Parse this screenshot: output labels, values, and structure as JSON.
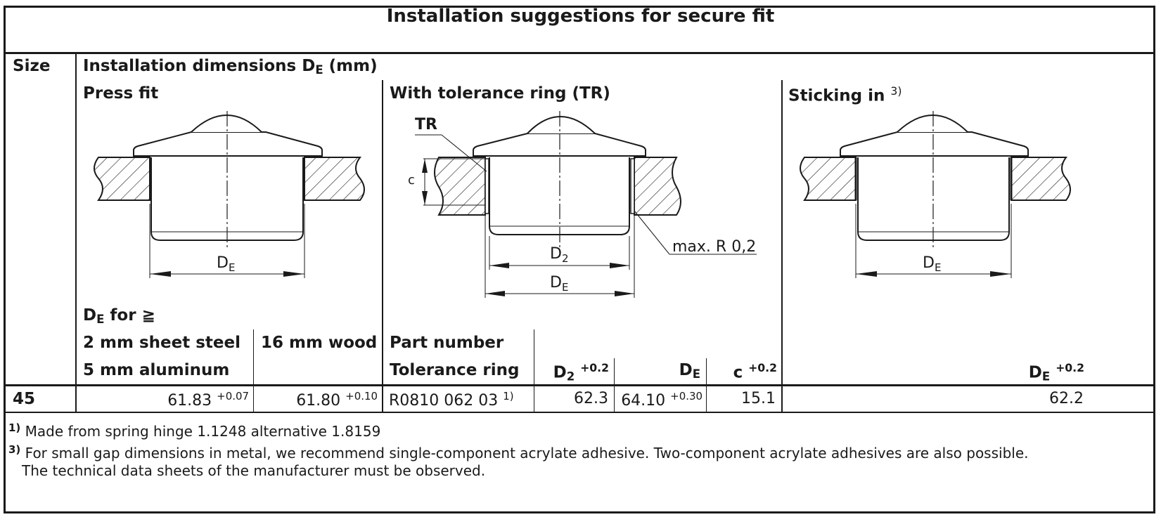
{
  "title": "Installation suggestions for secure fit",
  "header": {
    "size": "Size",
    "install_dims": "Installation dimensions D",
    "install_dims_sub": "E",
    "install_dims_unit": " (mm)"
  },
  "sections": {
    "press_fit": "Press fit",
    "tolerance_ring": "With tolerance ring (TR)",
    "sticking_in": "Sticking in",
    "sticking_in_note": "3)"
  },
  "drawings": {
    "press_fit_label_main": "D",
    "press_fit_label_sub": "E",
    "tr_label": "TR",
    "c_label": "c",
    "radius_label": "max. R 0,2",
    "d2_main": "D",
    "d2_sub": "2",
    "de_main": "D",
    "de_sub": "E",
    "sticking_label_main": "D",
    "sticking_label_sub": "E"
  },
  "columns": {
    "de_for_main": "D",
    "de_for_sub": "E",
    "de_for_rest": " for ≧",
    "sheet_steel": "2 mm sheet steel",
    "aluminum": "5 mm aluminum",
    "wood": "16 mm wood",
    "part_number": "Part number",
    "tolerance_ring": "Tolerance ring",
    "d2_main": "D",
    "d2_sub": "2",
    "d2_tol": "+0.2",
    "de_main": "D",
    "de_sub": "E",
    "c_main": "c",
    "c_tol": "+0.2",
    "de2_main": "D",
    "de2_sub": "E",
    "de2_tol": "+0.2"
  },
  "row": {
    "size": "45",
    "steel_value": "61.83",
    "steel_tol": "+0.07",
    "wood_value": "61.80",
    "wood_tol": "+0.10",
    "part_number": "R0810 062 03",
    "part_note": "1)",
    "d2": "62.3",
    "de_value": "64.10",
    "de_tol": "+0.30",
    "c": "15.1",
    "sticking_de": "62.2"
  },
  "footnotes": {
    "fn1_mark": "1)",
    "fn1_text": "Made from spring hinge 1.1248 alternative 1.8159",
    "fn3_mark": "3)",
    "fn3_text_line1": "For small gap dimensions in metal, we recommend single-component acrylate adhesive. Two-component acrylate adhesives are also possible.",
    "fn3_text_line2": "The technical data sheets of the manufacturer must be observed."
  }
}
